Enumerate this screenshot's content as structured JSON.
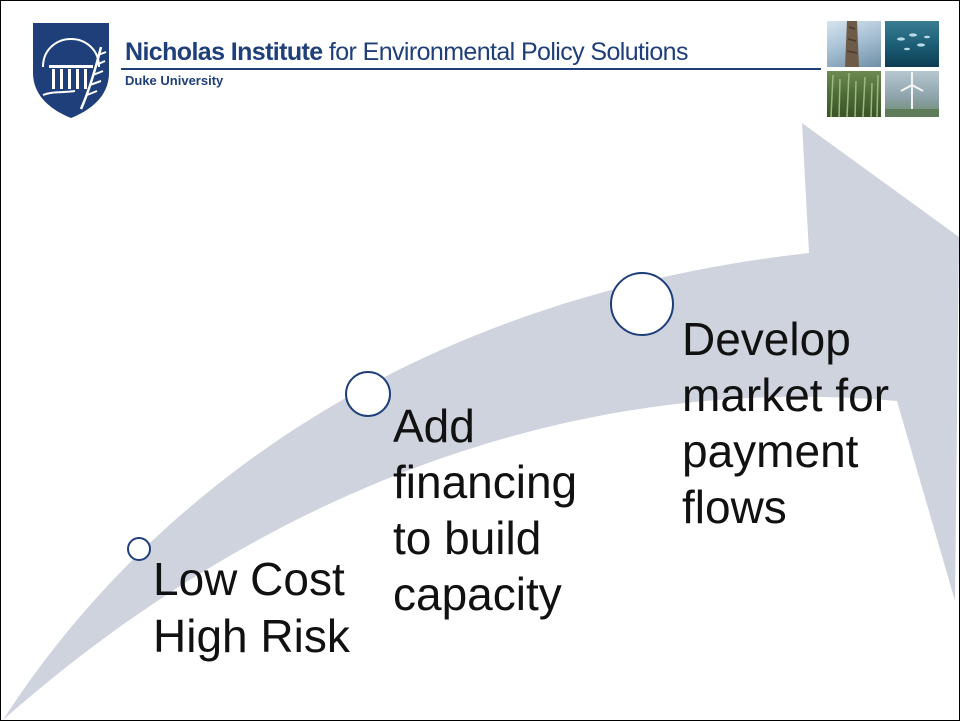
{
  "header": {
    "institute_bold": "Nicholas Institute",
    "institute_rest": " for Environmental Policy Solutions",
    "university": "Duke University",
    "logo_icon": "duke-shield-logo-icon",
    "brand_color": "#1f3f7a"
  },
  "photos": [
    "tree-trunk-photo",
    "ocean-fish-photo",
    "grassland-photo",
    "wind-turbine-photo"
  ],
  "arrow": {
    "color": "#cfd3de"
  },
  "steps": [
    {
      "lines": [
        "Low Cost",
        "High Risk"
      ]
    },
    {
      "lines": [
        "Add",
        "financing",
        "to build",
        "capacity"
      ]
    },
    {
      "lines": [
        "Develop",
        "market for",
        "payment",
        "flows"
      ]
    }
  ]
}
